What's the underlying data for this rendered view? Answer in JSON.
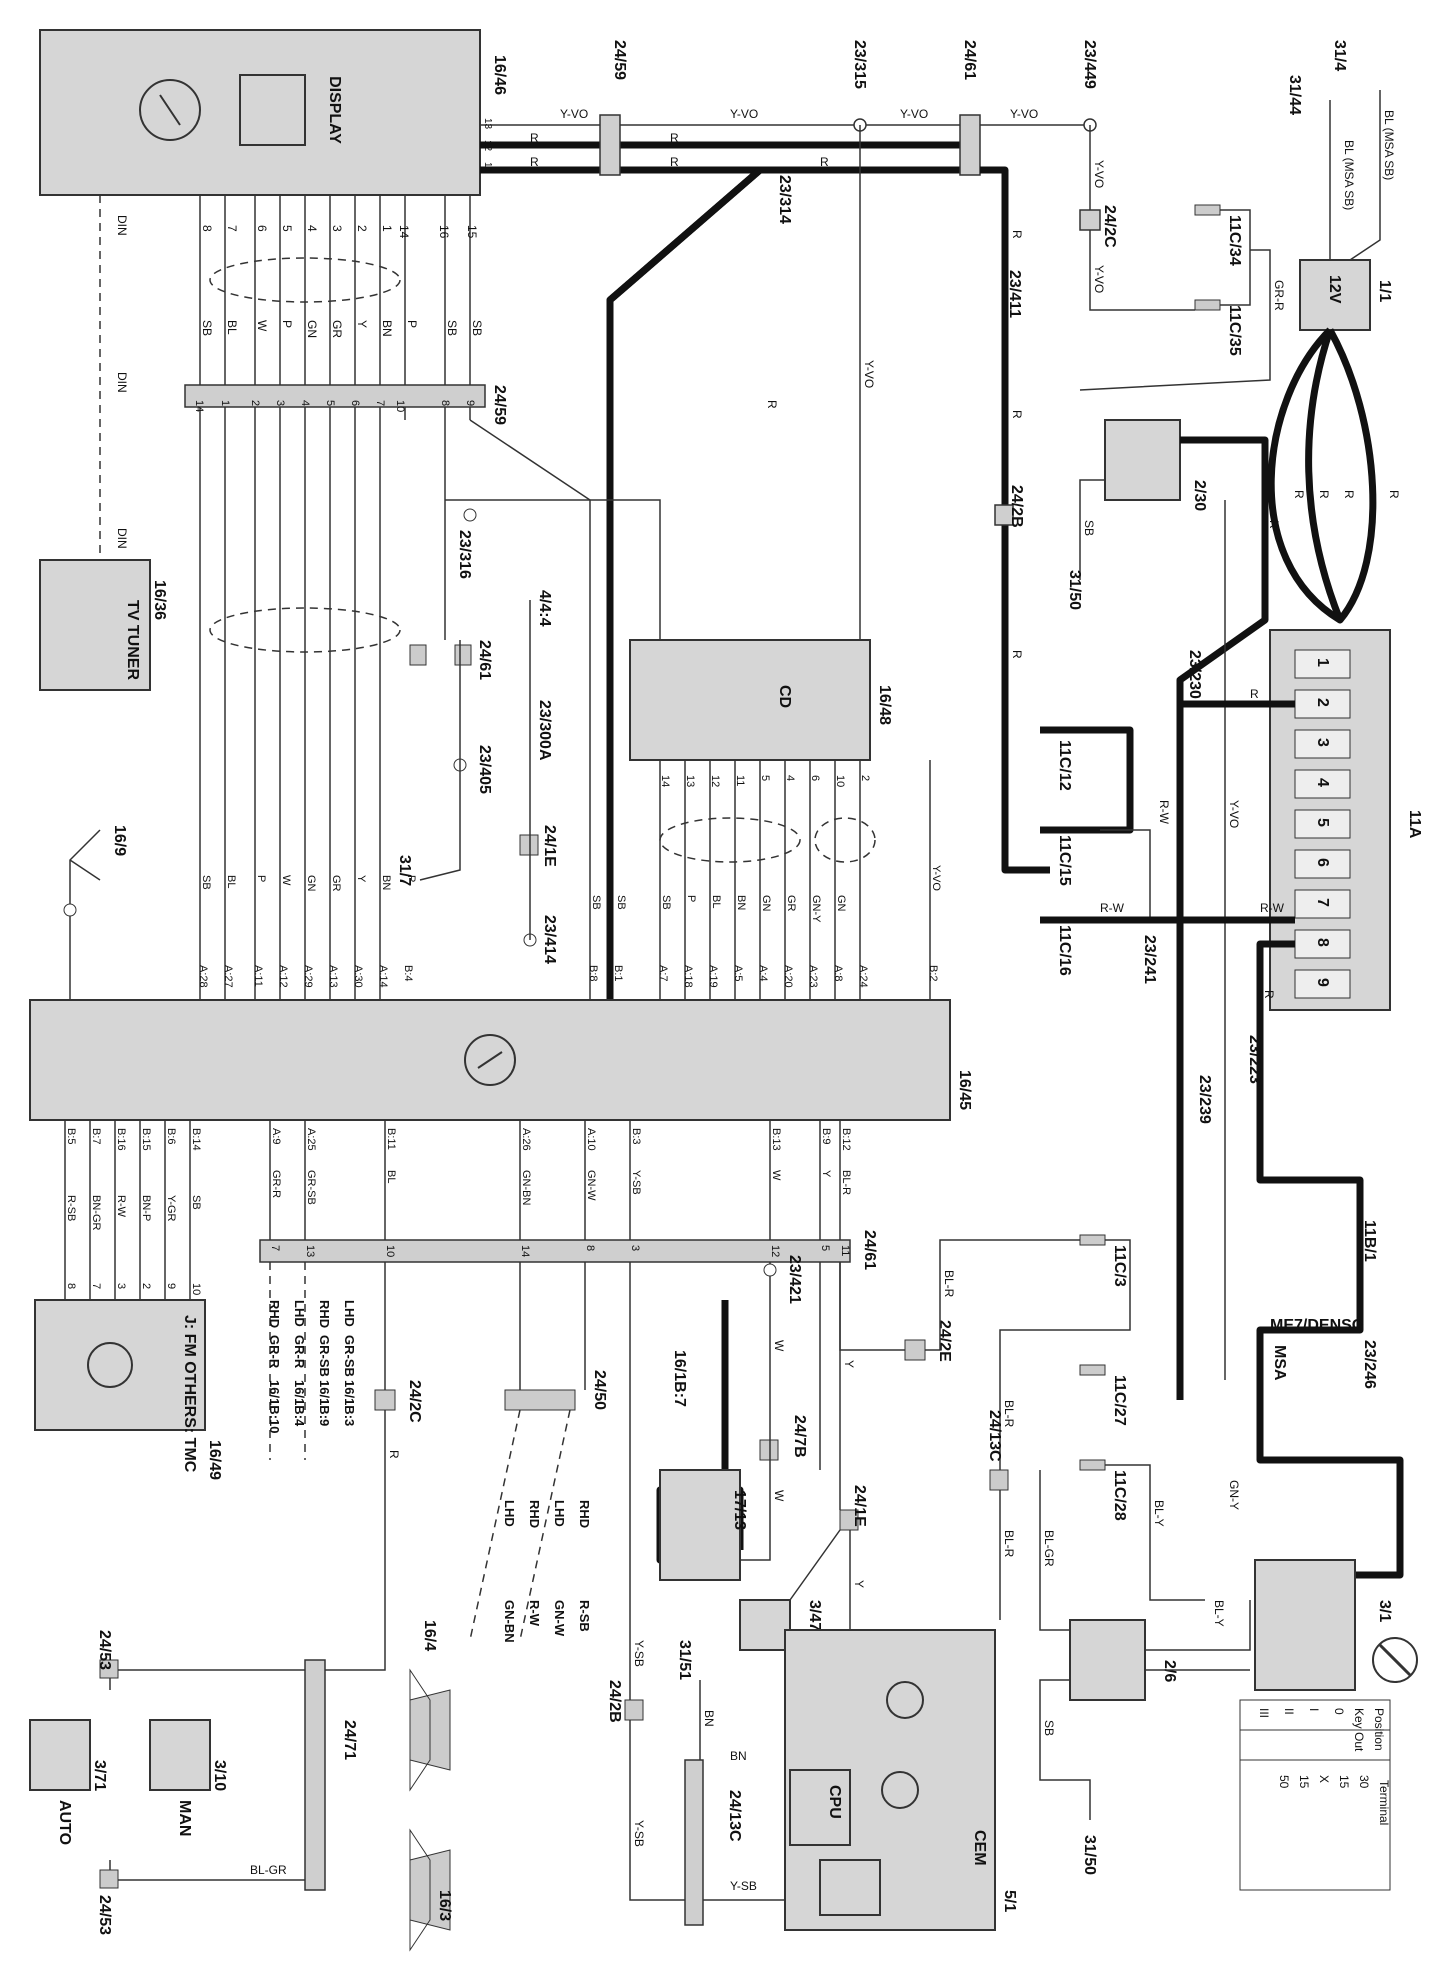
{
  "components": {
    "display": {
      "id": "16/46",
      "name": "DISPLAY"
    },
    "tv_tuner": {
      "id": "16/36",
      "name": "TV TUNER",
      "din": "DIN"
    },
    "cd": {
      "id": "16/48",
      "name": "CD"
    },
    "radio_main": {
      "id": "16/45"
    },
    "antenna": {
      "id": "16/9"
    },
    "fm_tmc": {
      "id": "16/49",
      "name": "J: FM OTHERS: TMC"
    },
    "fuse_box": {
      "id": "11A"
    },
    "battery": {
      "id": "1/1",
      "name": "12V"
    },
    "ignition": {
      "id": "3/1"
    },
    "cem": {
      "id": "5/1",
      "name": "CEM",
      "cpu": "CPU"
    },
    "obd": {
      "id": "17/13"
    },
    "speakers": [
      "16/4",
      "16/3"
    ],
    "switch_auto": {
      "id": "3/71",
      "name": "AUTO"
    },
    "switch_man": {
      "id": "3/10",
      "name": "MAN"
    },
    "engine_ecu": {
      "text": "ME7/DENSO",
      "sub": "MSA"
    }
  },
  "connectors": {
    "c24_59_top": "24/59",
    "c24_61_top": "24/61",
    "c23_315": "23/315",
    "c23_449": "23/449",
    "c31_4": "31/4",
    "c31_44": "31/44",
    "c23_314": "23/314",
    "c24_2c_top": "24/2C",
    "c11c_34": "11C/34",
    "c11c_35": "11C/35",
    "c23_411": "23/411",
    "c24_59_mid": "24/59",
    "c2_30": "2/30",
    "c31_50_top": "31/50",
    "c24_2b_mid": "24/2B",
    "c23_316": "23/316",
    "c4_4_4": "4/4:4",
    "c24_61_mid": "24/61",
    "c23_300a": "23/300A",
    "c23_405": "23/405",
    "c24_1e_mid": "24/1E",
    "c31_7": "31/7",
    "c23_414": "23/414",
    "c23_230": "23/230",
    "c11c_12": "11C/12",
    "c11c_15": "11C/15",
    "c11c_16": "11C/16",
    "c23_241": "23/241",
    "c23_223": "23/223",
    "c23_239": "23/239",
    "c24_61_low": "24/61",
    "c11b_1": "11B/1",
    "c11c_3": "11C/3",
    "c23_246": "23/246",
    "c24_2e": "24/2E",
    "c23_421": "23/421",
    "c16_1b_7": "16/1B:7",
    "c24_7b": "24/7B",
    "c24_2c_low": "24/2C",
    "c24_50": "24/50",
    "c11c_27": "11C/27",
    "c11c_28": "11C/28",
    "c24_13c_top": "24/13C",
    "c24_1e_low": "24/1E",
    "c3_47": "3/47",
    "c31_51": "31/51",
    "c24_2b_low": "24/2B",
    "c24_13c_low": "24/13C",
    "c24_71": "24/71",
    "c24_53_top": "24/53",
    "c24_53_low": "24/53",
    "c2_6": "2/6",
    "c31_50_low": "31/50",
    "c16_1b_3": "16/1B:3",
    "c16_1b_9": "16/1B:9",
    "c16_1b_4": "16/1B:4",
    "c16_1b_10": "16/1B:10"
  },
  "fuses": [
    "1",
    "2",
    "3",
    "4",
    "5",
    "6",
    "7",
    "8",
    "9"
  ],
  "display_pins": [
    "8",
    "7",
    "6",
    "5",
    "4",
    "3",
    "2",
    "1",
    "14",
    "16",
    "15"
  ],
  "display_top_pins": [
    "13",
    "12",
    "11"
  ],
  "wire_colors_display": [
    "SB",
    "BL",
    "W",
    "P",
    "GN",
    "GR",
    "Y",
    "BN",
    "P",
    "SB",
    "SB"
  ],
  "pins_24_59": [
    "14",
    "1",
    "2",
    "3",
    "4",
    "5",
    "6",
    "7",
    "10",
    "8",
    "9"
  ],
  "radio_top_pins": [
    "A:28",
    "A:27",
    "A:11",
    "A:12",
    "A:29",
    "A:13",
    "A:30",
    "A:14",
    "B:4",
    "B:8",
    "B:1",
    "A:7",
    "A:18",
    "A:19",
    "A:5",
    "A:4",
    "A:20",
    "A:23",
    "A:8",
    "A:24",
    "B:2"
  ],
  "radio_top_colors_left": [
    "SB",
    "BL",
    "P",
    "W",
    "GN",
    "GR",
    "Y",
    "BN",
    "P"
  ],
  "radio_top_colors_right": [
    "SB",
    "SB",
    "SB",
    "P",
    "BL",
    "BN",
    "GN",
    "GR",
    "GN-Y",
    "GN",
    "Y-VO"
  ],
  "cd_pins": [
    "14",
    "13",
    "12",
    "11",
    "5",
    "4",
    "6",
    "10",
    "2"
  ],
  "radio_bottom_left_pins": [
    "B:5",
    "B:7",
    "B:16",
    "B:15",
    "B:6",
    "B:14"
  ],
  "radio_bottom_left_colors": [
    "R-SB",
    "BN-GR",
    "R-W",
    "BN-P",
    "Y-GR",
    "SB"
  ],
  "fm_pins": [
    "8",
    "7",
    "3",
    "2",
    "9",
    "10"
  ],
  "radio_bottom_pins": [
    "A:9",
    "A:25",
    "B:11",
    "A:26",
    "A:10",
    "B:3",
    "B:13",
    "B:9",
    "B:12"
  ],
  "radio_bottom_colors": [
    "GR-R",
    "GR-SB",
    "BL",
    "GN-BN",
    "GN-W",
    "Y-SB",
    "W",
    "Y",
    "BL-R"
  ],
  "pins_24_61_low": [
    "7",
    "13",
    "10",
    "14",
    "8",
    "3",
    "12",
    "5",
    "11"
  ],
  "options": {
    "lhd_rhd_1": [
      "LHD",
      "GR-SB",
      "RHD",
      "GR-SB"
    ],
    "lhd_rhd_2": [
      "LHD",
      "GR-R",
      "RHD",
      "GR-R"
    ],
    "speaker_lhd": [
      "LHD",
      "GN-BN",
      "RHD",
      "R-W"
    ],
    "speaker_rhd": [
      "LHD",
      "GN-W",
      "RHD",
      "R-SB"
    ]
  },
  "ignition_table": {
    "header": [
      "Position",
      "Key Out",
      "0",
      "I",
      "II",
      "III"
    ],
    "rows": [
      "30",
      "15",
      "X",
      "15",
      "50"
    ],
    "terminal": "Terminal"
  },
  "wire_labels": {
    "y_vo": "Y-VO",
    "r": "R",
    "bl_msa": "BL (MSA SB)",
    "gr_r": "GR-R",
    "r_w": "R-W",
    "sb": "SB",
    "bn": "BN",
    "bl_r": "BL-R",
    "bl_gr": "BL-GR",
    "bl_y": "BL-Y",
    "gn_y": "GN-Y",
    "y_sb": "Y-SB",
    "w": "W",
    "y": "Y",
    "p": "P",
    "din": "DIN"
  }
}
